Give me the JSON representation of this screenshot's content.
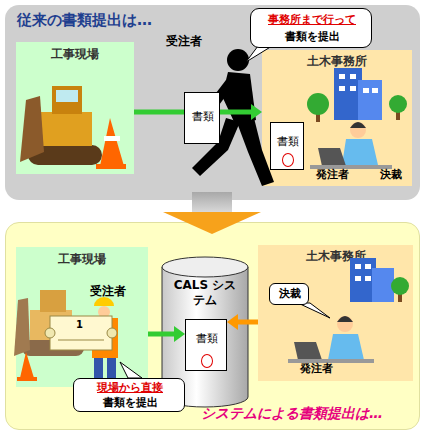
{
  "diagram": {
    "nodes": [
      {
        "text": [
          "従来の書類提出は…"
        ]
      },
      {
        "text": [
          "工事現場"
        ],
        "in": 0
      },
      {
        "text": [
          "書類"
        ],
        "in": 0
      },
      {
        "text": [
          "事務所まで行って",
          "書類を提出"
        ],
        "in": 0
      },
      {
        "text": [
          "土木事務所"
        ],
        "in": 0
      },
      {
        "text": [
          "書類"
        ],
        "in": 4
      },
      {
        "text": [
          "システムによる書類提出は…"
        ]
      },
      {
        "text": [
          "工事現場"
        ],
        "in": 6
      },
      {
        "text": [
          "CALS システム"
        ],
        "in": 6
      },
      {
        "text": [
          "書類"
        ],
        "in": 8
      },
      {
        "text": [
          "土木事務所"
        ],
        "in": 6
      },
      {
        "text": [
          "決裁"
        ],
        "in": 10
      },
      {
        "text": [
          "現場から直接",
          "書類を提出"
        ],
        "in": 6
      }
    ],
    "edges": [
      {
        "from": 1,
        "to": 4,
        "arrow": "to"
      },
      {
        "from": 0,
        "to": 6,
        "arrow": "to"
      },
      {
        "from": 7,
        "to": 9,
        "arrow": "to"
      },
      {
        "from": 10,
        "to": 9,
        "arrow": "to"
      }
    ],
    "labels": [
      "受注者",
      "発注者",
      "決裁",
      "受注者",
      "1",
      "発注者"
    ]
  }
}
